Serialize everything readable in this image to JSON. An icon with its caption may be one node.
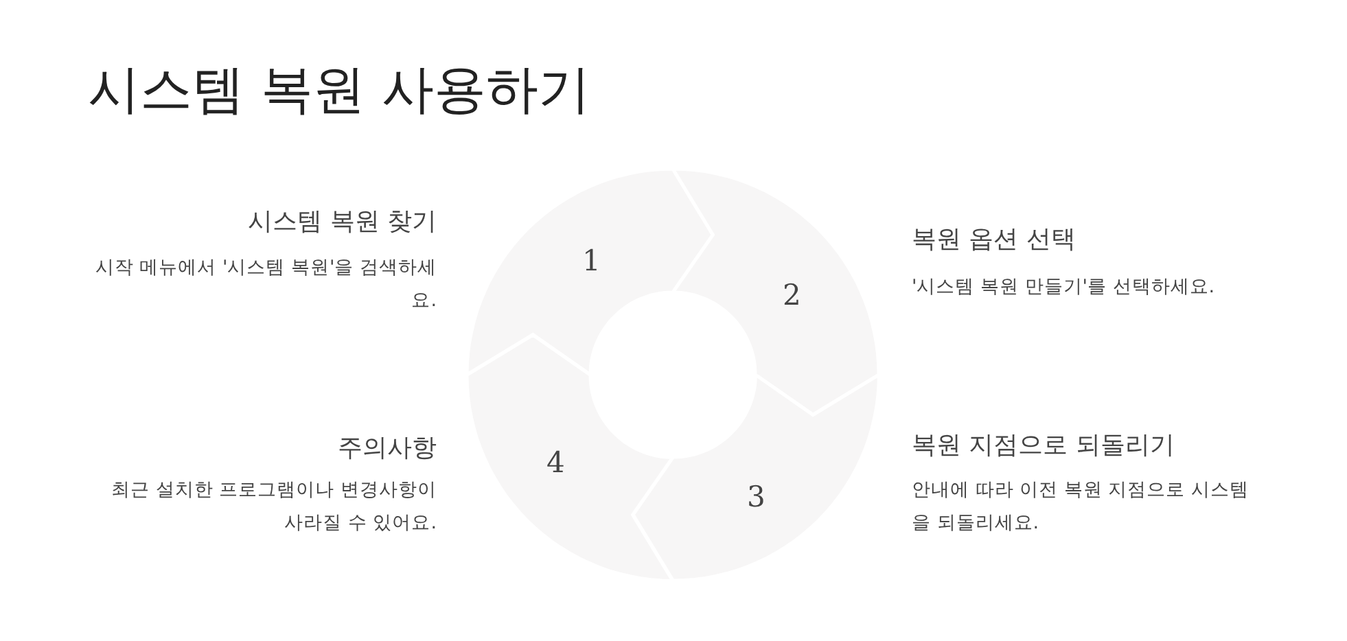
{
  "diagram": {
    "title": "시스템 복원 사용하기",
    "nodes": [
      {
        "text": [
          "1"
        ],
        "beside": [
          "시스템 복원 찾기",
          "시작 메뉴에서 '시스템 복원'을 검색하세요."
        ]
      },
      {
        "text": [
          "2"
        ],
        "beside": [
          "복원 옵션 선택",
          "'시스템 복원 만들기'를 선택하세요."
        ]
      },
      {
        "text": [
          "3"
        ],
        "beside": [
          "복원 지점으로 되돌리기",
          "안내에 따라 이전 복원 지점으로 시스템을 되돌리세요."
        ]
      },
      {
        "text": [
          "4"
        ],
        "beside": [
          "주의사항",
          "최근 설치한 프로그램이나 변경사항이 사라질 수 있어요."
        ]
      }
    ]
  }
}
